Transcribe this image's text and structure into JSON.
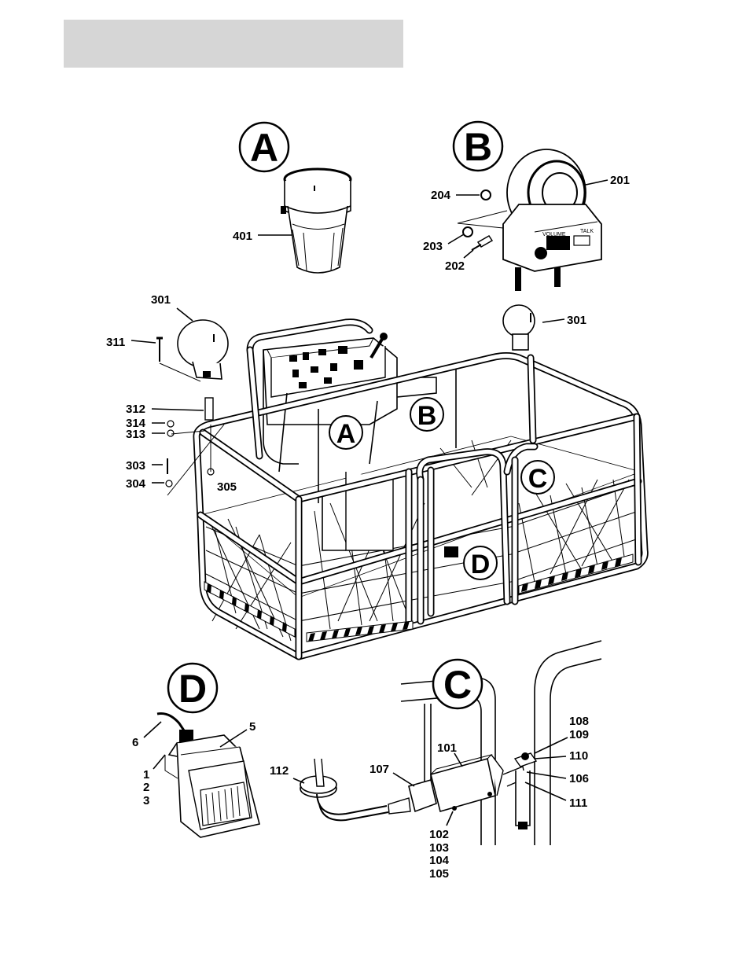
{
  "detail_circles": {
    "A": "A",
    "B": "B",
    "C": "C",
    "D": "D"
  },
  "platform_markers": {
    "A": "A",
    "B": "B",
    "C": "C",
    "D": "D"
  },
  "parts": {
    "p401": "401",
    "p201": "201",
    "p202": "202",
    "p203": "203",
    "p204": "204",
    "p301_left": "301",
    "p301_right": "301",
    "p311": "311",
    "p312": "312",
    "p314": "314",
    "p313": "313",
    "p303": "303",
    "p304": "304",
    "p305": "305",
    "p6": "6",
    "p5": "5",
    "p1": "1",
    "p2": "2",
    "p3": "3",
    "p112": "112",
    "p107": "107",
    "p101": "101",
    "p102": "102",
    "p103": "103",
    "p104": "104",
    "p105": "105",
    "p108": "108",
    "p109": "109",
    "p110": "110",
    "p106": "106",
    "p111": "111"
  },
  "speaker_labels": {
    "volume": "VOLUME",
    "talk": "TALK"
  }
}
